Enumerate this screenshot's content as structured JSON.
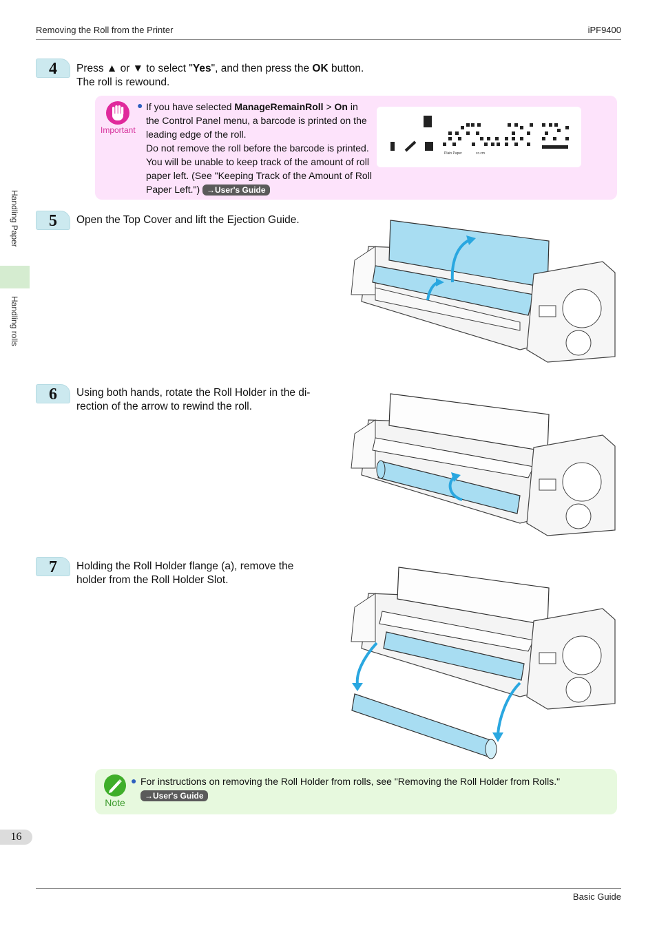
{
  "header": {
    "section": "Removing the Roll from the Printer",
    "model": "iPF9400"
  },
  "footer": {
    "guide": "Basic Guide"
  },
  "page_number": "16",
  "side_tabs": {
    "chapter": "Handling Paper",
    "section": "Handling rolls"
  },
  "steps": [
    {
      "num": "4",
      "lines": [
        "Press ▲ or ▼ to select \"",
        "Yes",
        "\", and then press the ",
        "OK",
        " button."
      ],
      "line2": "The roll is rewound."
    },
    {
      "num": "5",
      "text": "Open the Top Cover and lift the Ejection Guide."
    },
    {
      "num": "6",
      "text1": "Using both hands, rotate the Roll Holder in the di-",
      "text2": "rection of the arrow to rewind the roll."
    },
    {
      "num": "7",
      "text1": "Holding the Roll Holder flange (a), remove the",
      "text2": "holder from the Roll Holder Slot."
    }
  ],
  "important": {
    "label": "Important",
    "t1": "If you have selected ",
    "b1": "ManageRemainRoll",
    "t2": " > ",
    "b2": "On",
    "t3": " in the Control Panel menu, a barcode is printed on the leading edge of the roll.",
    "t4": "Do not remove the roll before the barcode is printed. You will be unable to keep track of the amount of roll paper left.  (See \"Keeping Track of the Amount of Roll Paper Left.\") ",
    "link": "→User's Guide",
    "barcode_caption1": "Plain Paper",
    "barcode_caption2": "cc.cm"
  },
  "note": {
    "label": "Note",
    "text": "For instructions on removing the Roll Holder from rolls, see \"Removing the Roll Holder from Rolls.\"",
    "link": "→User's Guide"
  },
  "colors": {
    "accent_blue": "#a8ddf2",
    "arrow_blue": "#2aa7e0",
    "important_bg": "#fde3fb",
    "note_bg": "#e7f9de",
    "step_bg": "#cce9ef"
  }
}
